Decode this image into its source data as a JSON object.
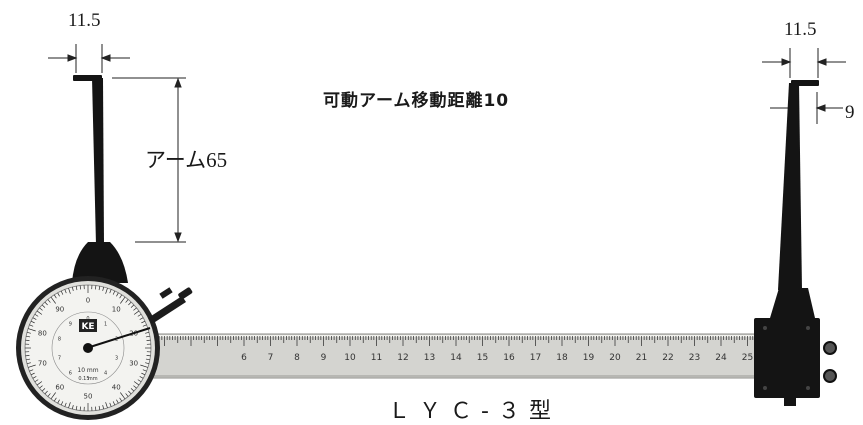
{
  "dimensions": {
    "left_arm_width": "11.5",
    "right_arm_width": "11.5",
    "right_arm_offset": "9",
    "arm_length": "アーム65"
  },
  "movable_arm_distance": "可動アーム移動距離10",
  "model": "ＬＹＣ-３型",
  "ruler": {
    "numbers": [
      "6",
      "7",
      "8",
      "9",
      "10",
      "11",
      "12",
      "13",
      "14",
      "15",
      "16",
      "17",
      "18",
      "19",
      "20",
      "21",
      "22",
      "23",
      "24",
      "25"
    ]
  },
  "dial": {
    "logo": "KE",
    "outer_numbers": [
      "0",
      "10",
      "20",
      "30",
      "40",
      "50",
      "60",
      "70",
      "80",
      "90"
    ],
    "inner_numbers": [
      "0",
      "1",
      "2",
      "3",
      "4",
      "5",
      "6",
      "7",
      "8",
      "9"
    ],
    "range_text": "10 mm",
    "resolution_text": "0.1 mm"
  },
  "colors": {
    "ink": "#1a1a1a",
    "ruler": "#d4d4d0",
    "dial_face": "#f3f3f0"
  }
}
